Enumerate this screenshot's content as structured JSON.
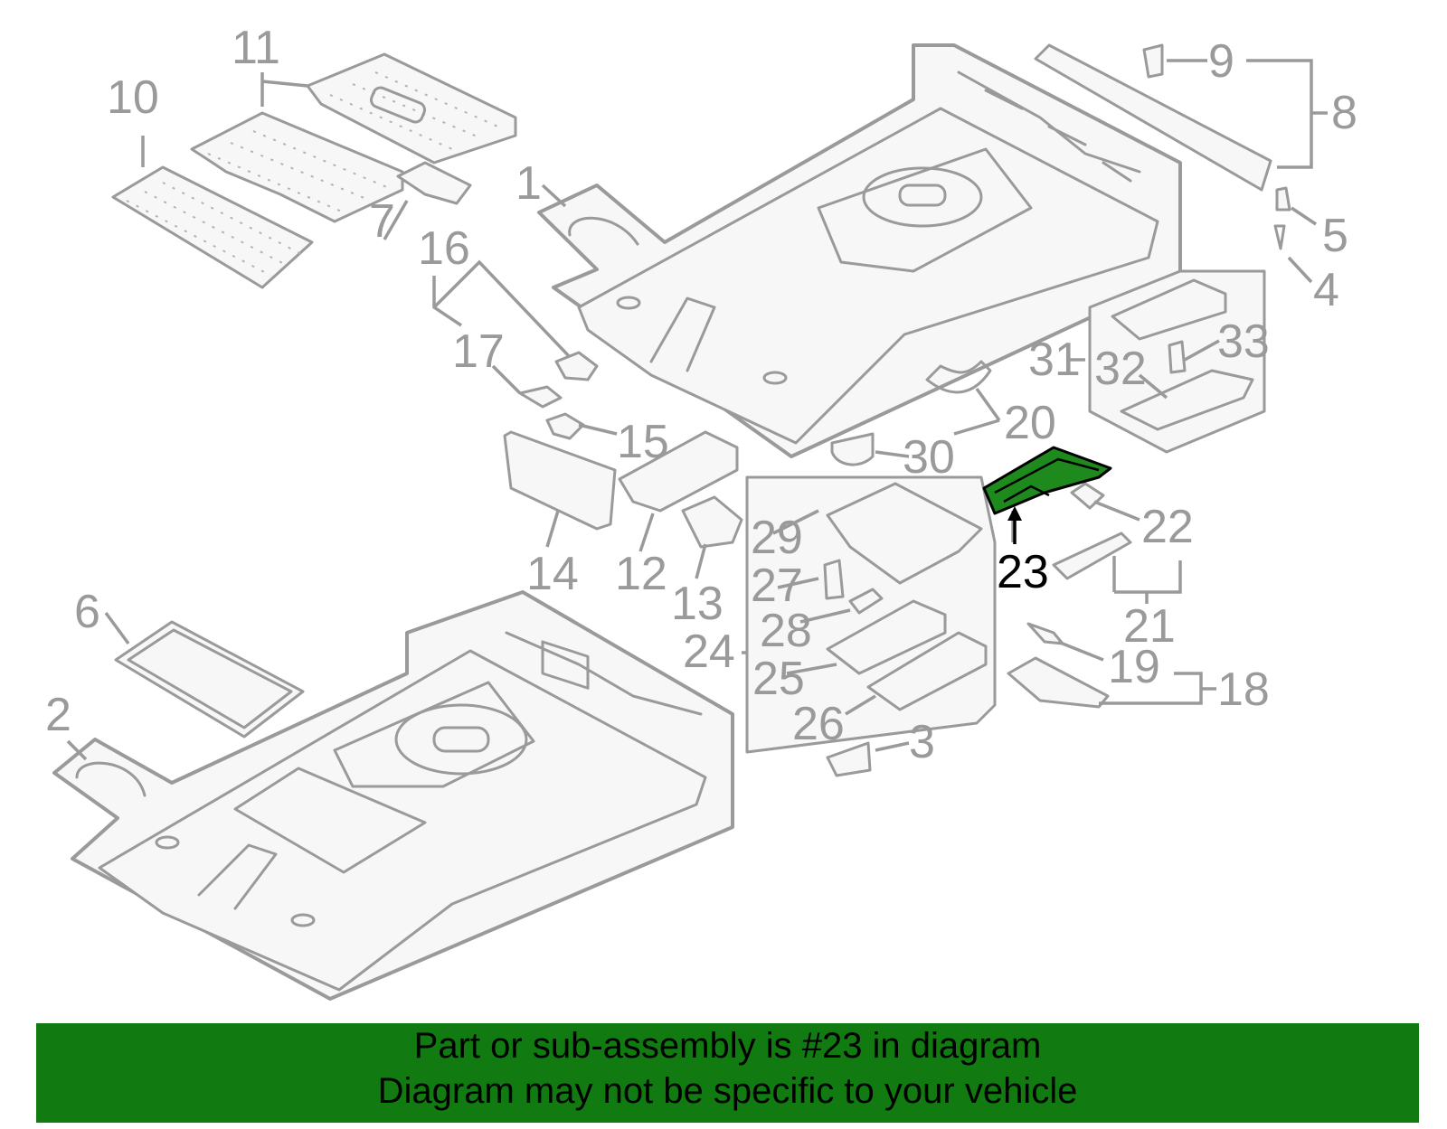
{
  "callouts": {
    "c1": "1",
    "c2": "2",
    "c3": "3",
    "c4": "4",
    "c5": "5",
    "c6": "6",
    "c7": "7",
    "c8": "8",
    "c9": "9",
    "c10": "10",
    "c11": "11",
    "c12": "12",
    "c13": "13",
    "c14": "14",
    "c15": "15",
    "c16": "16",
    "c17": "17",
    "c18": "18",
    "c19": "19",
    "c20": "20",
    "c21": "21",
    "c22": "22",
    "c23": "23",
    "c24": "24",
    "c25": "25",
    "c26": "26",
    "c27": "27",
    "c28": "28",
    "c29": "29",
    "c30": "30",
    "c31": "31",
    "c32": "32",
    "c33": "33"
  },
  "highlighted_part": "23",
  "colors": {
    "highlight": "#1e8a1e",
    "banner": "#117a11",
    "line_art": "#9a9a9a"
  },
  "banner": {
    "line1": "Part or sub-assembly is #23 in diagram",
    "line2": "Diagram may not be specific to your vehicle"
  }
}
